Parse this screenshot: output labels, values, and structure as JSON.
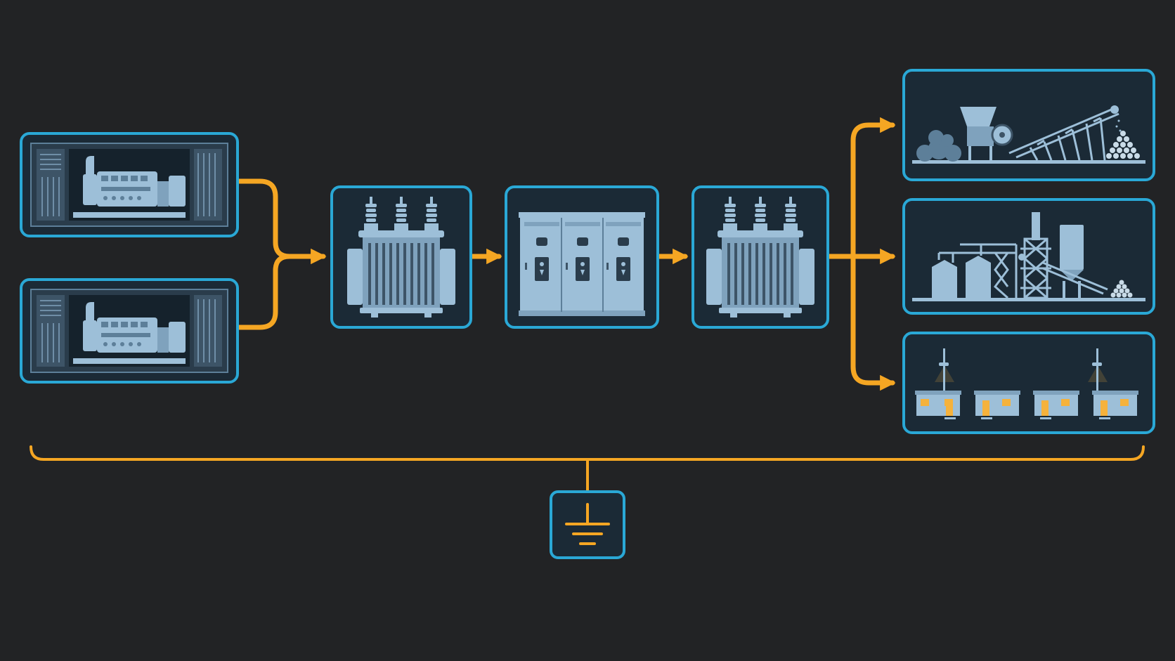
{
  "colors": {
    "background": "#222325",
    "box_border": "#2aa8d6",
    "box_fill": "#1b2a36",
    "flow": "#f5a623",
    "equipment": "#9dbfd8",
    "equipment_dark": "#5d7f99",
    "window_light": "#f5b23c"
  },
  "nodes": [
    {
      "id": "generator-1",
      "icon": "diesel-generator-container-icon"
    },
    {
      "id": "generator-2",
      "icon": "diesel-generator-container-icon"
    },
    {
      "id": "step-up-transformer",
      "icon": "transformer-icon"
    },
    {
      "id": "switchgear",
      "icon": "switchgear-cabinet-icon"
    },
    {
      "id": "step-down-transformer",
      "icon": "transformer-icon"
    },
    {
      "id": "crushing-plant-load",
      "icon": "crusher-conveyor-icon"
    },
    {
      "id": "processing-plant-load",
      "icon": "processing-plant-silo-icon"
    },
    {
      "id": "camp-load",
      "icon": "camp-cabins-icon"
    },
    {
      "id": "ground",
      "icon": "earth-ground-icon"
    }
  ],
  "connections": [
    {
      "from": "generator-1",
      "to": "step-up-transformer"
    },
    {
      "from": "generator-2",
      "to": "step-up-transformer"
    },
    {
      "from": "step-up-transformer",
      "to": "switchgear"
    },
    {
      "from": "switchgear",
      "to": "step-down-transformer"
    },
    {
      "from": "step-down-transformer",
      "to": "crushing-plant-load"
    },
    {
      "from": "step-down-transformer",
      "to": "processing-plant-load"
    },
    {
      "from": "step-down-transformer",
      "to": "camp-load"
    },
    {
      "from": "common-bus",
      "to": "ground"
    }
  ]
}
